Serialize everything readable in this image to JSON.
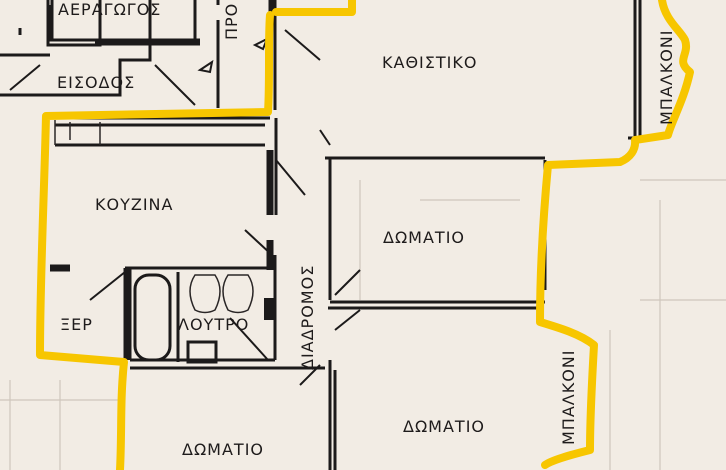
{
  "plan": {
    "rooms": {
      "air_shaft": "ΑΕΡΑΓΩΓΟΣ",
      "pro": "ΠΡΟ",
      "entrance": "ΕΙΣΟΔΟΣ",
      "living_room": "ΚΑΘΙΣΤΙΚΟ",
      "balcony_top": "ΜΠΑΛΚΟΝΙ",
      "kitchen": "ΚΟΥΖΙΝΑ",
      "corridor": "ΔΙΑΔΡΟΜΟΣ",
      "room_middle": "ΔΩΜΑΤΙΟ",
      "storage": "ΞΕΡ",
      "bathroom": "ΛΟΥΤΡΟ",
      "room_bottom_right": "ΔΩΜΑΤΙΟ",
      "room_bottom_left": "ΔΩΜΑΤΙΟ",
      "balcony_bottom": "ΜΠΑΛΚΟΝΙ"
    },
    "highlight_color": "#f7c600",
    "wall_color": "#1c1a1a",
    "paper_color": "#f2ece4"
  }
}
